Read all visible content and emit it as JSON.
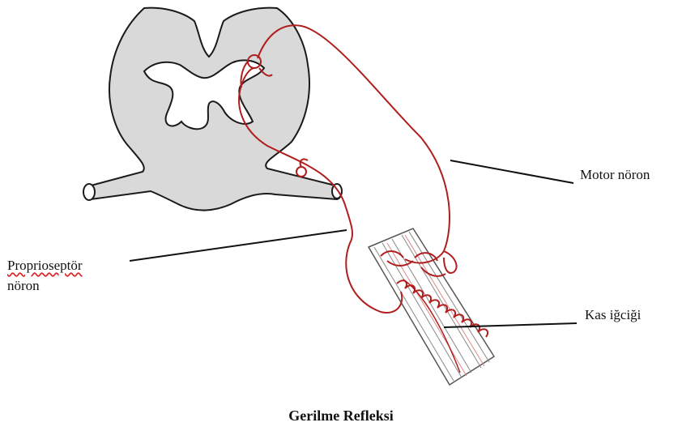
{
  "caption": "Gerilme Refleksi",
  "labels": {
    "motor_neuron": "Motor nöron",
    "proprioceptor_neuron_line1": "Proprioseptör",
    "proprioceptor_neuron_line2": "nöron",
    "muscle_spindle": "Kas iğciği"
  },
  "colors": {
    "nerve": "#b01e1e",
    "gray_matter": "#d9d9d9",
    "outline": "#1a1a1a",
    "leader_line": "#111111"
  }
}
